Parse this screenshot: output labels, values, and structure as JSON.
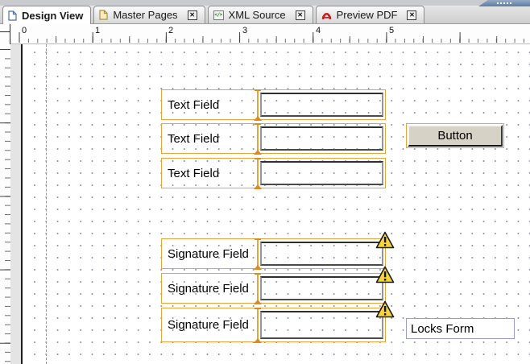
{
  "tabs": [
    {
      "label": "Design View",
      "active": true,
      "closable": false
    },
    {
      "label": "Master Pages",
      "active": false,
      "closable": true
    },
    {
      "label": "XML Source",
      "active": false,
      "closable": true
    },
    {
      "label": "Preview PDF",
      "active": false,
      "closable": true
    }
  ],
  "icons": {
    "close": "✕",
    "xml_glyph": "</>"
  },
  "ruler": {
    "labels": [
      "0",
      "1",
      "2",
      "3",
      "4",
      "5"
    ],
    "unit": "inches"
  },
  "canvas": {
    "text_fields": [
      {
        "label": "Text Field"
      },
      {
        "label": "Text Field"
      },
      {
        "label": "Text Field"
      }
    ],
    "button_label": "Button",
    "signature_fields": [
      {
        "label": "Signature Field",
        "warning": true
      },
      {
        "label": "Signature Field",
        "warning": true
      },
      {
        "label": "Signature Field",
        "warning": true
      }
    ],
    "locks_form_label": "Locks Form"
  },
  "colors": {
    "selection_orange": "#e9a33c",
    "warning_yellow": "#f6d536",
    "guide_blue": "#8a93c8",
    "button_face": "#d6d2c6",
    "grip_blue": "#5d7da3"
  }
}
